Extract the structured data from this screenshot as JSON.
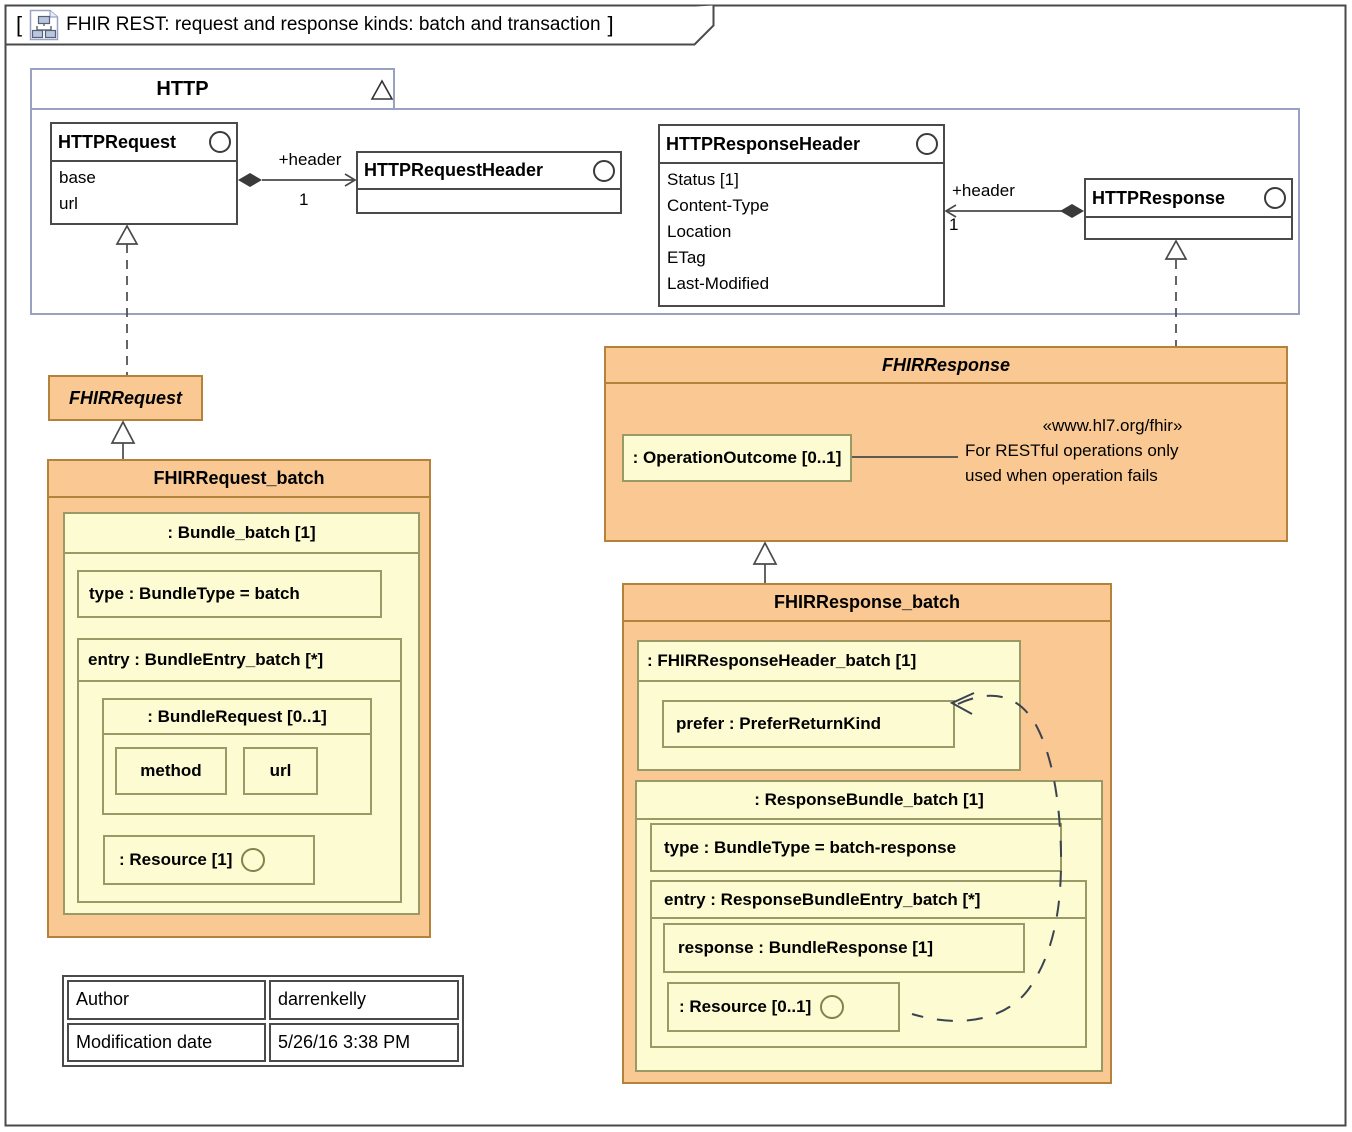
{
  "frame": {
    "bracket_open": "[",
    "bracket_close": "]",
    "title": "FHIR REST: request and response kinds: batch and transaction"
  },
  "http_package": {
    "name": "HTTP",
    "classes": {
      "http_request": {
        "name": "HTTPRequest",
        "attributes": [
          "base",
          "url"
        ]
      },
      "http_request_header": {
        "name": "HTTPRequestHeader"
      },
      "http_response_header": {
        "name": "HTTPResponseHeader",
        "attributes": [
          "Status [1]",
          "Content-Type",
          "Location",
          "ETag",
          "Last-Modified"
        ]
      },
      "http_response": {
        "name": "HTTPResponse"
      }
    },
    "associations": [
      {
        "label": "+header",
        "multiplicity": "1",
        "from": "HTTPRequest",
        "to": "HTTPRequestHeader"
      },
      {
        "label": "+header",
        "multiplicity": "1",
        "from": "HTTPResponse",
        "to": "HTTPResponseHeader"
      }
    ]
  },
  "fhir_request": {
    "name": "FHIRRequest"
  },
  "fhir_request_batch": {
    "name": "FHIRRequest_batch",
    "bundle_header": ": Bundle_batch [1]",
    "type_row": "type : BundleType = batch",
    "entry_header": "entry : BundleEntry_batch [*]",
    "bundle_request_header": ": BundleRequest [0..1]",
    "method": "method",
    "url": "url",
    "resource": ": Resource [1]"
  },
  "fhir_response": {
    "name": "FHIRResponse",
    "operation_outcome": ": OperationOutcome [0..1]",
    "note": {
      "stereotype": "«www.hl7.org/fhir»",
      "line1": "For RESTful operations only",
      "line2": "used when operation fails"
    }
  },
  "fhir_response_batch": {
    "name": "FHIRResponse_batch",
    "header_part_header": ": FHIRResponseHeader_batch [1]",
    "prefer": "prefer : PreferReturnKind",
    "bundle_header": ": ResponseBundle_batch [1]",
    "type_row": "type : BundleType = batch-response",
    "entry_header": "entry : ResponseBundleEntry_batch [*]",
    "response_row": "response : BundleResponse [1]",
    "resource": ": Resource [0..1]"
  },
  "info_table": {
    "rows": [
      {
        "label": "Author",
        "value": "darrenkelly"
      },
      {
        "label": "Modification date",
        "value": "5/26/16 3:38 PM"
      }
    ]
  },
  "colors": {
    "orange_fill": "#FAC993",
    "orange_border": "#B5823C",
    "yellow_fill": "#FCFBD1",
    "yellow_border": "#9A9A66",
    "package_border": "#9AA2C4",
    "class_border": "#4A4A4A",
    "note_fill": "#F1F1F1",
    "line": "#4A4A4A"
  }
}
